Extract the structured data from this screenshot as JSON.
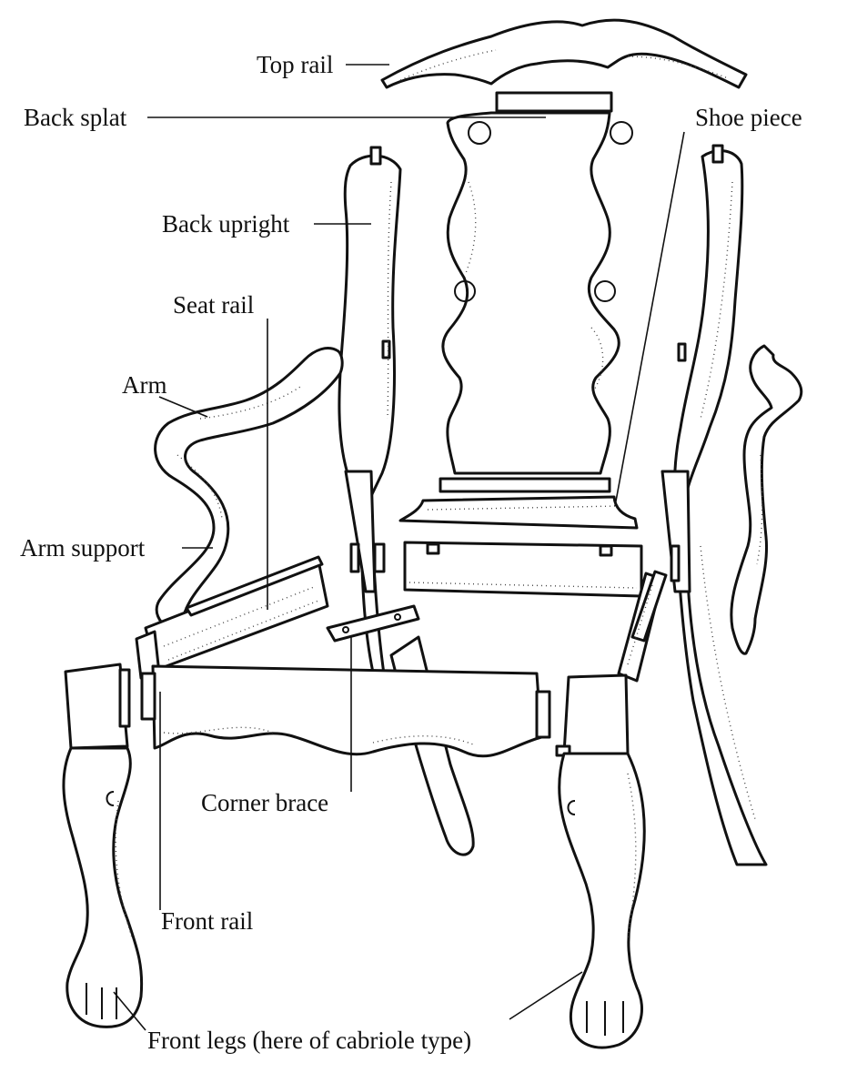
{
  "labels": {
    "top_rail": "Top rail",
    "back_splat": "Back splat",
    "shoe_piece": "Shoe piece",
    "back_upright": "Back upright",
    "seat_rail": "Seat rail",
    "arm": "Arm",
    "arm_support": "Arm support",
    "corner_brace": "Corner brace",
    "front_rail": "Front rail",
    "front_legs": "Front legs (here of cabriole type)"
  }
}
